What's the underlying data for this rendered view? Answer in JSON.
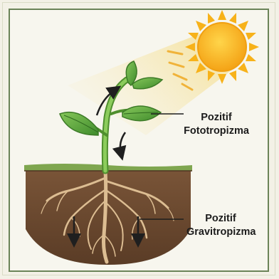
{
  "labels": {
    "phototropism": {
      "line1": "Pozitif",
      "line2": "Fototropizma"
    },
    "gravitropism": {
      "line1": "Pozitif",
      "line2": "Gravitropizma"
    }
  },
  "colors": {
    "frame": "#6b8458",
    "background": "#f7f6ee",
    "sun": "#f7b21a",
    "sun_ray": "#f3b53b",
    "light_beam": "#f7e7a8",
    "leaf": "#5ea83a",
    "stem": "#76b64a",
    "soil": "#6b4a30",
    "root": "#d9b88b",
    "arrow": "#1f1f1f"
  },
  "icons": [
    "sun-icon",
    "plant-icon",
    "up-arrow-icon",
    "down-arrow-icon"
  ]
}
